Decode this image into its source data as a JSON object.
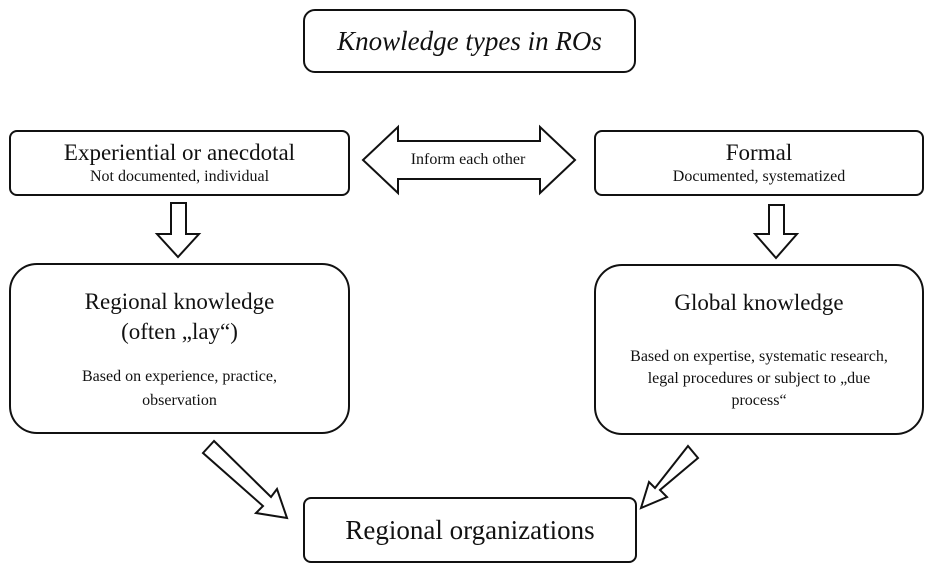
{
  "title": "Knowledge types in ROs",
  "experiential": {
    "heading": "Experiential or anecdotal",
    "subtitle": "Not documented, individual"
  },
  "formal": {
    "heading": "Formal",
    "subtitle": "Documented, systematized"
  },
  "relation_label": "Inform each other",
  "regional": {
    "heading_line1": "Regional knowledge",
    "heading_line2": "(often „lay“)",
    "body": "Based on experience, practice, observation"
  },
  "global": {
    "heading": "Global knowledge",
    "body": "Based on expertise, systematic research, legal procedures or subject to „due process“"
  },
  "organizations": "Regional organizations"
}
